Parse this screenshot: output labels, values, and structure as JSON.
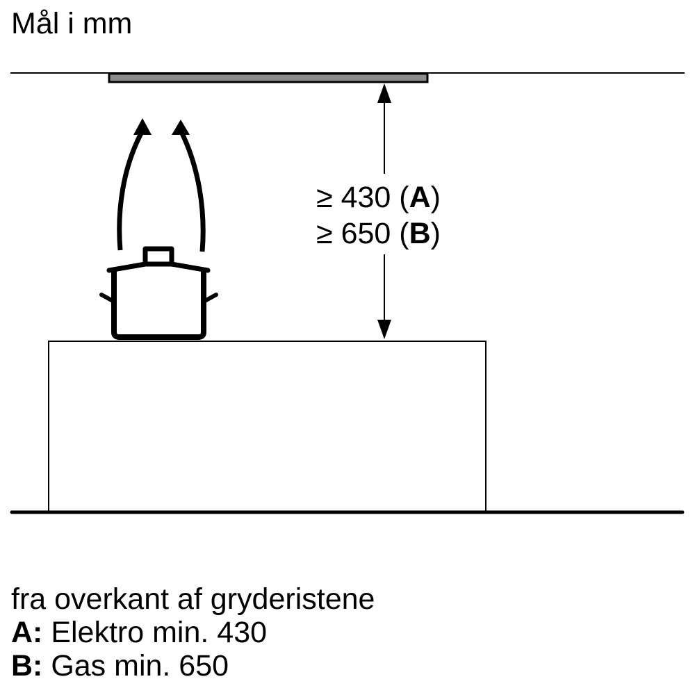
{
  "title": "Mål i mm",
  "dimension": {
    "line_a": {
      "symbol": "≥",
      "value": "430",
      "open": "(",
      "key": "A",
      "close": ")"
    },
    "line_b": {
      "symbol": "≥",
      "value": "650",
      "open": "(",
      "key": "B",
      "close": ")"
    }
  },
  "legend": {
    "intro": "fra overkant af gryderistene",
    "items": [
      {
        "key": "A:",
        "text": " Elektro min. 430"
      },
      {
        "key": "B:",
        "text": " Gas min. 650"
      }
    ]
  },
  "colors": {
    "line": "#000000",
    "hood_fill": "#8c8c8c",
    "background": "#ffffff"
  }
}
